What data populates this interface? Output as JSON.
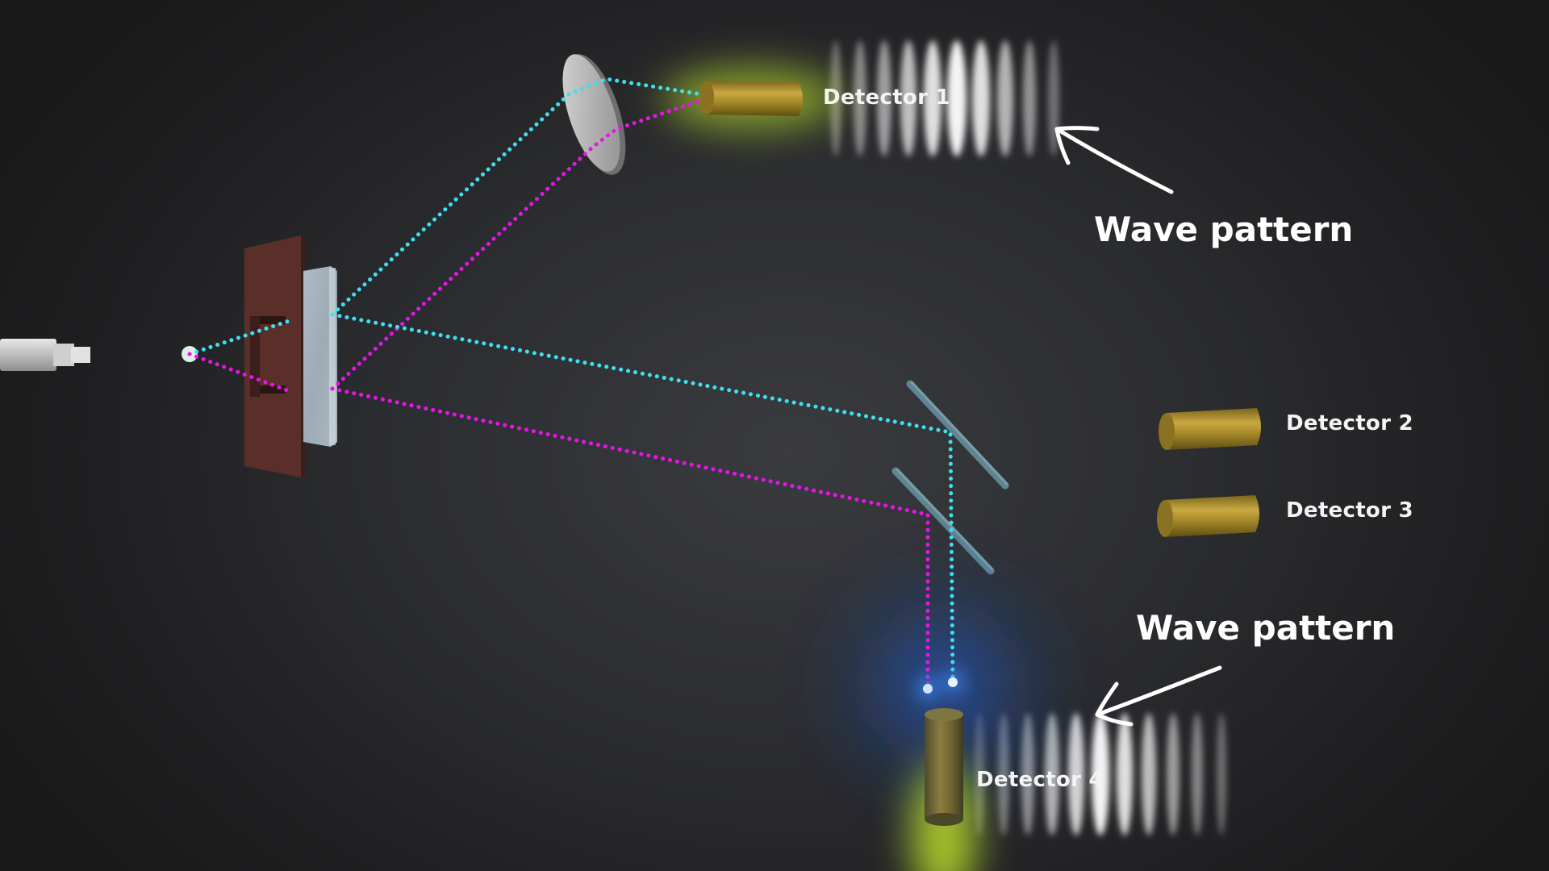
{
  "labels": {
    "detector1": "Detector 1",
    "detector2": "Detector 2",
    "detector3": "Detector 3",
    "detector4": "Detector 4",
    "wave_pattern_top": "Wave pattern",
    "wave_pattern_bottom": "Wave pattern"
  },
  "colors": {
    "photon_path_a": "#3ee0f0",
    "photon_path_b": "#e814e8",
    "detector_body": "#a88a2a",
    "detector_glow": "#e6ff3a",
    "background": "#2c2d30"
  },
  "components": {
    "source": "laser-emitter",
    "slit_plate": "double-slit",
    "crystal": "splitter-crystal",
    "lens": "lens",
    "mirrors": [
      "beam-splitter-upper",
      "beam-splitter-lower"
    ]
  }
}
